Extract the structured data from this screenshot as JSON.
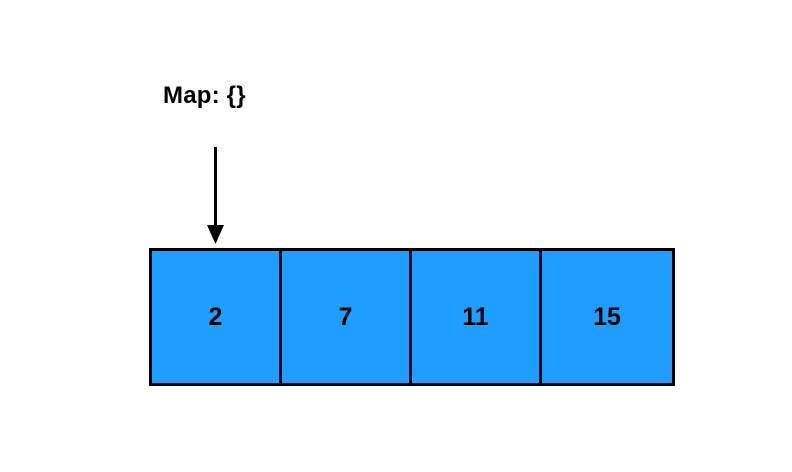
{
  "diagram": {
    "label": {
      "text": "Map: {}"
    },
    "arrow": {
      "icon": "down-arrow-icon",
      "direction": "down",
      "points_to_index": 0
    },
    "array": {
      "cells": [
        {
          "value": "2"
        },
        {
          "value": "7"
        },
        {
          "value": "11"
        },
        {
          "value": "15"
        }
      ]
    },
    "colors": {
      "cell_fill": "#1E9EFF",
      "border": "#000000",
      "text": "#000000",
      "background": "#FFFFFF"
    }
  }
}
